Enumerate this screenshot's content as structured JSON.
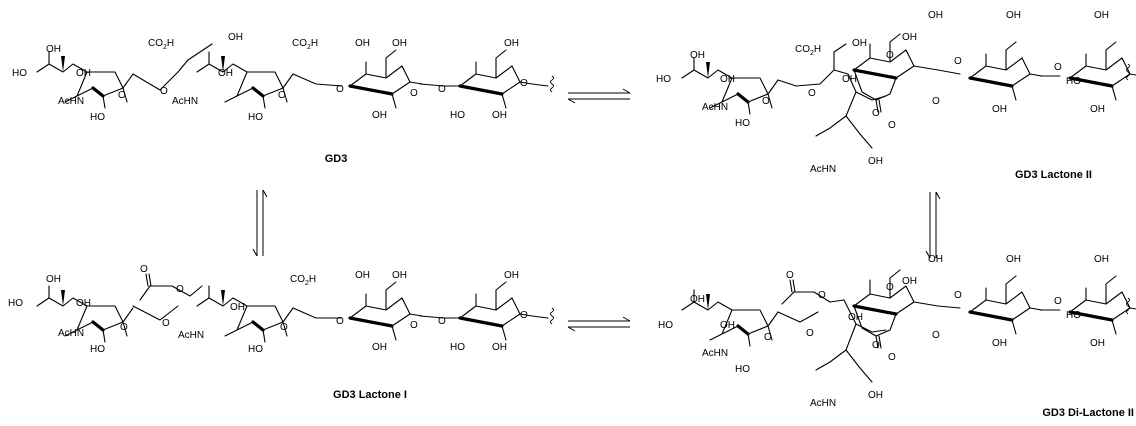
{
  "compounds": {
    "gd3": {
      "title": "GD3"
    },
    "lactone_2": {
      "title": "GD3 Lactone II"
    },
    "lactone_1": {
      "title": "GD3 Lactone I"
    },
    "dilactone_2": {
      "title": "GD3 Di-Lactone II"
    }
  },
  "atoms": {
    "ho": "HO",
    "oh": "OH",
    "achn": "AcHN",
    "o": "O",
    "co2h_main": "CO",
    "co2h_sub": "2",
    "co2h_h": "H"
  }
}
